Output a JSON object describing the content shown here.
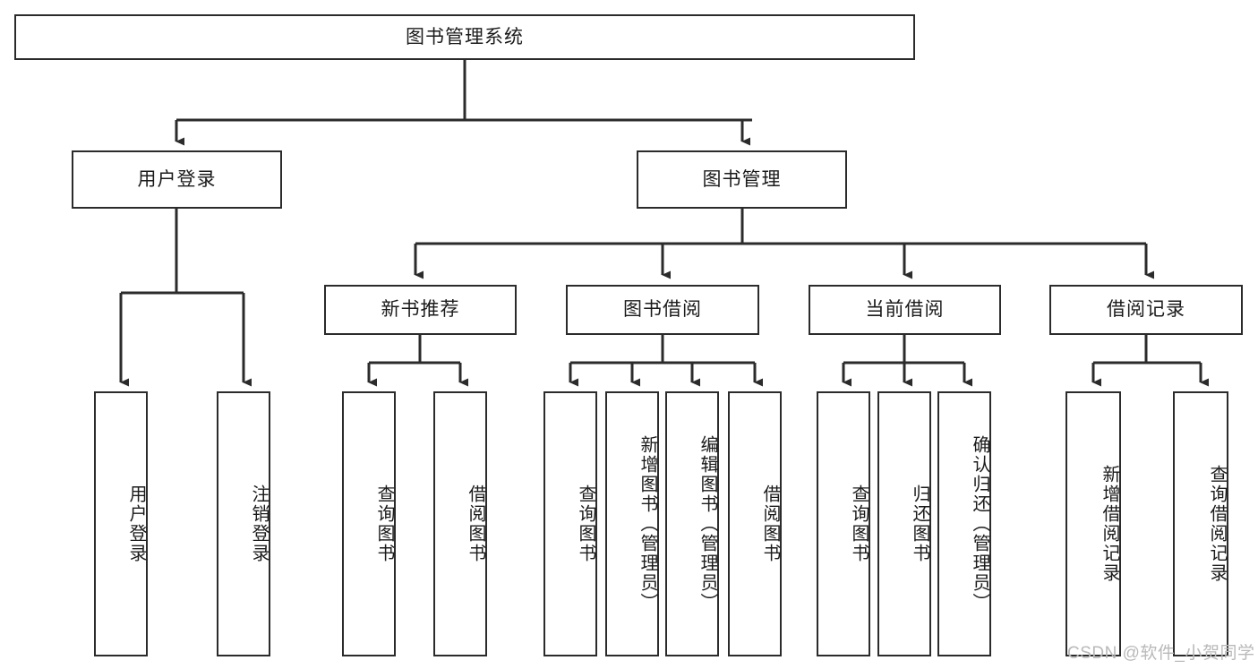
{
  "diagram": {
    "title": "图书管理系统",
    "type": "tree-hierarchy-diagram",
    "accent_line_color": "#2b2b2b",
    "box_border_color": "#2b2b2b",
    "box_fill_color": "#ffffff",
    "text_color": "#1b1b1b",
    "watermark": "CSDN @软件_小贺同学",
    "watermark_color": "#b9b9b9"
  },
  "root": {
    "label": "图书管理系统"
  },
  "level2": [
    {
      "label": "用户登录"
    },
    {
      "label": "图书管理"
    }
  ],
  "level3": [
    {
      "label": "新书推荐"
    },
    {
      "label": "图书借阅"
    },
    {
      "label": "当前借阅"
    },
    {
      "label": "借阅记录"
    }
  ],
  "leaves": {
    "user_login": [
      {
        "label": "用户登录"
      },
      {
        "label": "注销登录"
      }
    ],
    "new_book_recommend": [
      {
        "label": "查询图书"
      },
      {
        "label": "借阅图书"
      }
    ],
    "book_borrow": [
      {
        "label": "查询图书"
      },
      {
        "label": "新增图书（管理员）"
      },
      {
        "label": "编辑图书（管理员）"
      },
      {
        "label": "借阅图书"
      }
    ],
    "current_borrow": [
      {
        "label": "查询图书"
      },
      {
        "label": "归还图书"
      },
      {
        "label": "确认归还（管理员）"
      }
    ],
    "borrow_records": [
      {
        "label": "新增借阅记录"
      },
      {
        "label": "查询借阅记录"
      }
    ]
  }
}
